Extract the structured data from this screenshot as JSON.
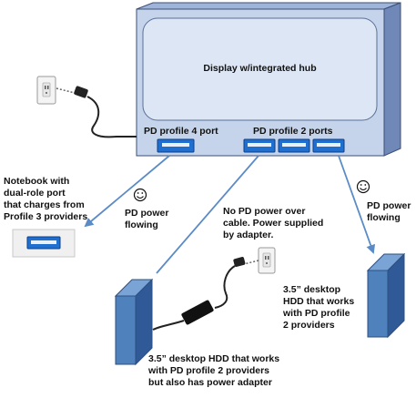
{
  "display": {
    "screen_label": "Display w/integrated hub"
  },
  "ports": {
    "profile4_label": "PD profile 4 port",
    "profile2_label": "PD profile 2 ports"
  },
  "notebook": {
    "label": "Notebook with\ndual-role port\nthat charges from\nProfile 3 providers",
    "flow_label": "PD power\nflowing"
  },
  "adapter_note": "No PD power over\ncable. Power supplied\nby adapter.",
  "hdd_right": {
    "flow_label": "PD power\nflowing",
    "label": "3.5” desktop\nHDD that works\nwith PD profile\n2 providers"
  },
  "hdd_left": {
    "label": "3.5” desktop HDD that works\nwith PD profile 2 providers\nbut also has power adapter"
  },
  "colors": {
    "hub_fill": "#c5d4ea",
    "hub_dark": "#7d97c4",
    "screen_fill": "#dde6f4",
    "port_blue": "#1f6fd1",
    "arrow_blue": "#5b8bc7",
    "hdd_front": "#4f81bd",
    "hdd_side": "#2f5a97"
  }
}
